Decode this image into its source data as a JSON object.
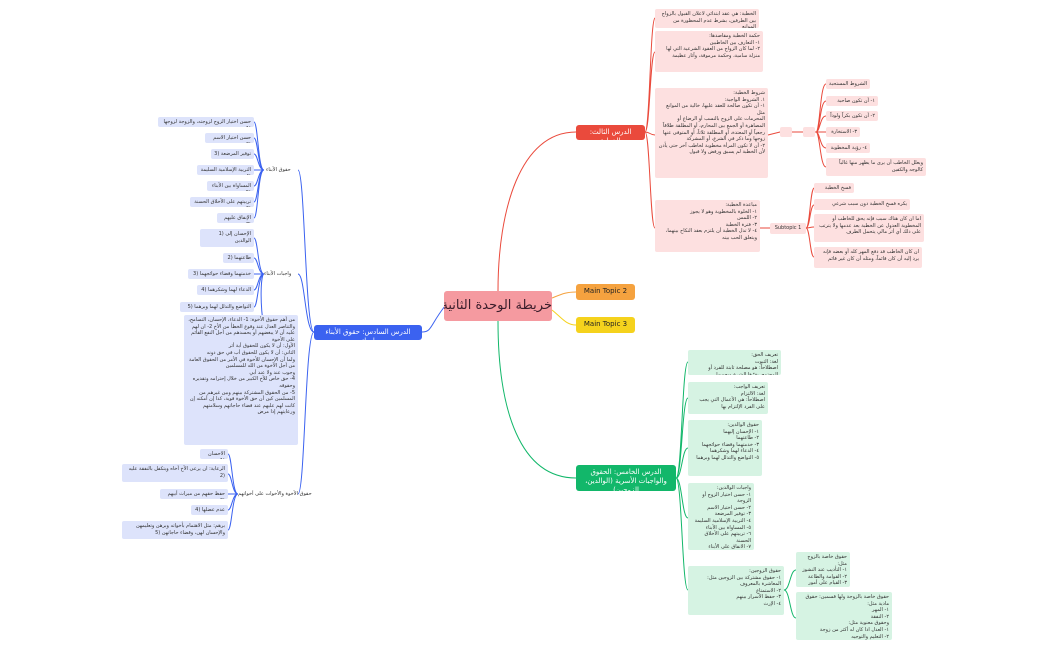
{
  "center": "خريطة الوحدة الثانية",
  "topics": {
    "t3": "الدرس الثالث: الخطبة",
    "main2": "Main Topic 2",
    "main3": "Main Topic 3",
    "t5": "الدرس الخامس: الحقوق والواجبات الأسرية (الوالدين، الزوجين)",
    "t6": "الدرس السادس: حقوق الأبناء وواجباتهم"
  },
  "l3": {
    "n1": "الخطبة: هي عقد ابتدائي لاعلان القبول بالزواج بين الطرفين، بشرط عدم المحظورة من الموانع",
    "n2": "حكمة الخطبة ومقاصدها:\n١- التعارف بين الخاطبين\n٢- لما كان الزواج من العقود الشرعية التي لها منزلة سامية، وحكمة مرموقة، وآثار عظيمة",
    "n3": "شروط الخطبة:\n١. الشروط الواجبة:\n١- أن تكون صالحة للعقد عليها، خالية من الموانع مثل\nالمحرمات على الزوج بالنسب أو الرضاع أو المصاهرة أو الجمع بين المحارم، أو المطلقة طلاقاً رجعياً أو المعتدة، أو المطلقة ثلاثاً، أو المتوفى عنها زوجها وما ذكر في الشرع، أو المشركة\n٢- أن لا تكون المرأة مخطوبة لخاطب آخر حتى يأذن لأن الخطبة لم يسبق ورفض ولا قبول",
    "n4": "مباعدة الخطبة:\n١- الخلوة بالمخطوبة وهو لا يجوز\n٢- اللمس\n٣- فترة الخطبة\n٤- لا تدل الخطبة أن يلتزم بعقد النكاح بينهما، ويتعلق الحب بينه",
    "sub1": "Subtopic 1",
    "c1": "الشروط المستحبة",
    "c2": "١- أن تكون صاحبة دين",
    "c3": "٢- أن تكون بكراً ولوداً",
    "c4": "٣- الاستخارة",
    "c5": "٤- رؤية المخطوبة",
    "c6": "ويعلل الخاطب أن يرى ما يظهر منها غالباً كالوجه والكفين",
    "d1": "فسخ الخطبة",
    "d2": "يكره فسخ الخطبة دون سبب شرعي",
    "d3": "اما ان كان هناك سبب فإنه يحق للخاطب أو المخطوبة العدول عن الخطبة بعد عدمها ولا يترتب على ذلك أي أثر مالي يتحمل الطرف",
    "d4": "ان كان الخاطب قد دفع المهر كله أو بعضه فإنه يرد إليه أن كان قائماً، ومثله أن كان غير قائم"
  },
  "l5": {
    "n1": "تعريف الحق:\nلغة: الثبوت\nاصطلاحاً: هو مصلحة ثابتة للفرد أو المجتمع، يقرّها الشرع ويحميها",
    "n2": "تعريف الواجب:\nلغة: الالتزام\nاصطلاحاً: هي الأعمال التي يجب على الفرد الإلتزام بها",
    "n3": "حقوق الوالدين:\n١- الإحسان إليهما\n٢- طاعتهما\n٣- خدمتهما وقضاء حوائجهما\n٤- الدعاء لهما وشكرهما\n٥- التواضع والتذلل لهما وبرهما",
    "n4": "واجبات الوالدين:\n١- حسن اختيار الزوج أو الزوجة\n٢- حسن اختيار الاسم\n٣- توفير المرضعة\n٤- التربية الإسلامية السليمة\n٥- المساواة بين الأبناء\n٦- تربيتهم على الأخلاق الحسنة\n٧- الانفاق على الأبناء",
    "n5": "حقوق الزوجين:\n١- حقوق مشتركة بين الزوجين مثل: المعاشرة بالمعروف\n٢- الاستمتاع\n٣- حفظ الأسرار بينهم\n٤- الإرث",
    "g1": "حقوق خاصة بالزوج مثل:\n١- التأديب عند النشوز\n٢- القوامة والطاعة\n٣- القيام على أمور البيت",
    "g2": "حقوق خاصة بالزوجة ولها قسمين: حقوق مادية مثل:\n١- المهر\n٢- النفقة\nوحقوق معنوية مثل:\n١- العدل اذا كان له أكثر من زوجة\n٢- التعليم والتوجيه"
  },
  "l6": {
    "huquq": "حقوق الأبناء",
    "wajibat": "واجبات الأبناء",
    "ikhwa": "حقوق الأخوة والأخوات على أخواتهم",
    "h": [
      "حسن اختيار الزوج لزوجته، والزوجة لزوجها (1",
      "حسن اختيار الاسم (2",
      "توفير المرضعة (3",
      "التربية الإسلامية السليمة (4",
      "المساواة بين الأبناء (5",
      "تربيتهم على الأخلاق الحسنة (6",
      "الإنفاق عليهم (7"
    ],
    "w": [
      "الإحسان إلى (1 الوالدين",
      "طاعتهما (2",
      "خدمتهما وقضاء حوائجهما (3",
      "الدعاء لهما وشكرهما (4",
      "التواضع والتذلل لهما وبرهما (5"
    ],
    "note": "من أهم حقوق الأخوة: 1- الدعاء، الإحسان، التسامح، والتناصر العدل عند وقوع الخطأ من الأخ 2- ان لهم عليه أن لا يبغضهم أو يحسدهم من أجل النفع القائم على الأخوة\nالأول: أن لا يكون للحقوق أية أثر\nالثاني: أن لا يكون للحقوق أب في حق دونه\nولما أن الإحسان للأخوة في الأمر من الحقوق العامة من أجل الأخوة من الله للمسلمين\nوجوب عند ولا عند أبي\n4- حق خاص للأخ الكبير من خلال إحترامه وتقديره وحقوقه\n5- من الحقوق المشتركة بينهم وبين غيرهم من المسلمين كين أن حق الأخوة قوية، كذا إن أمكنه إن كانت لهم عليهم عند قضاء حاجاتهم وسلامتهم ورعايتهم إذا مرض",
    "k": [
      "الاحسان (1",
      "الرعاية: ان يرعى الأخ أخاه ويتكفل بالنفقة عليه (2",
      "حفظ حقهم من ميراث أبيهم (3",
      "عدم عضلها (4",
      "برهم: مثل الاهتمام بأخواته وبرهن وتعليمهن والإحسان لهن، وقضاء حاجاتهن (5"
    ]
  }
}
